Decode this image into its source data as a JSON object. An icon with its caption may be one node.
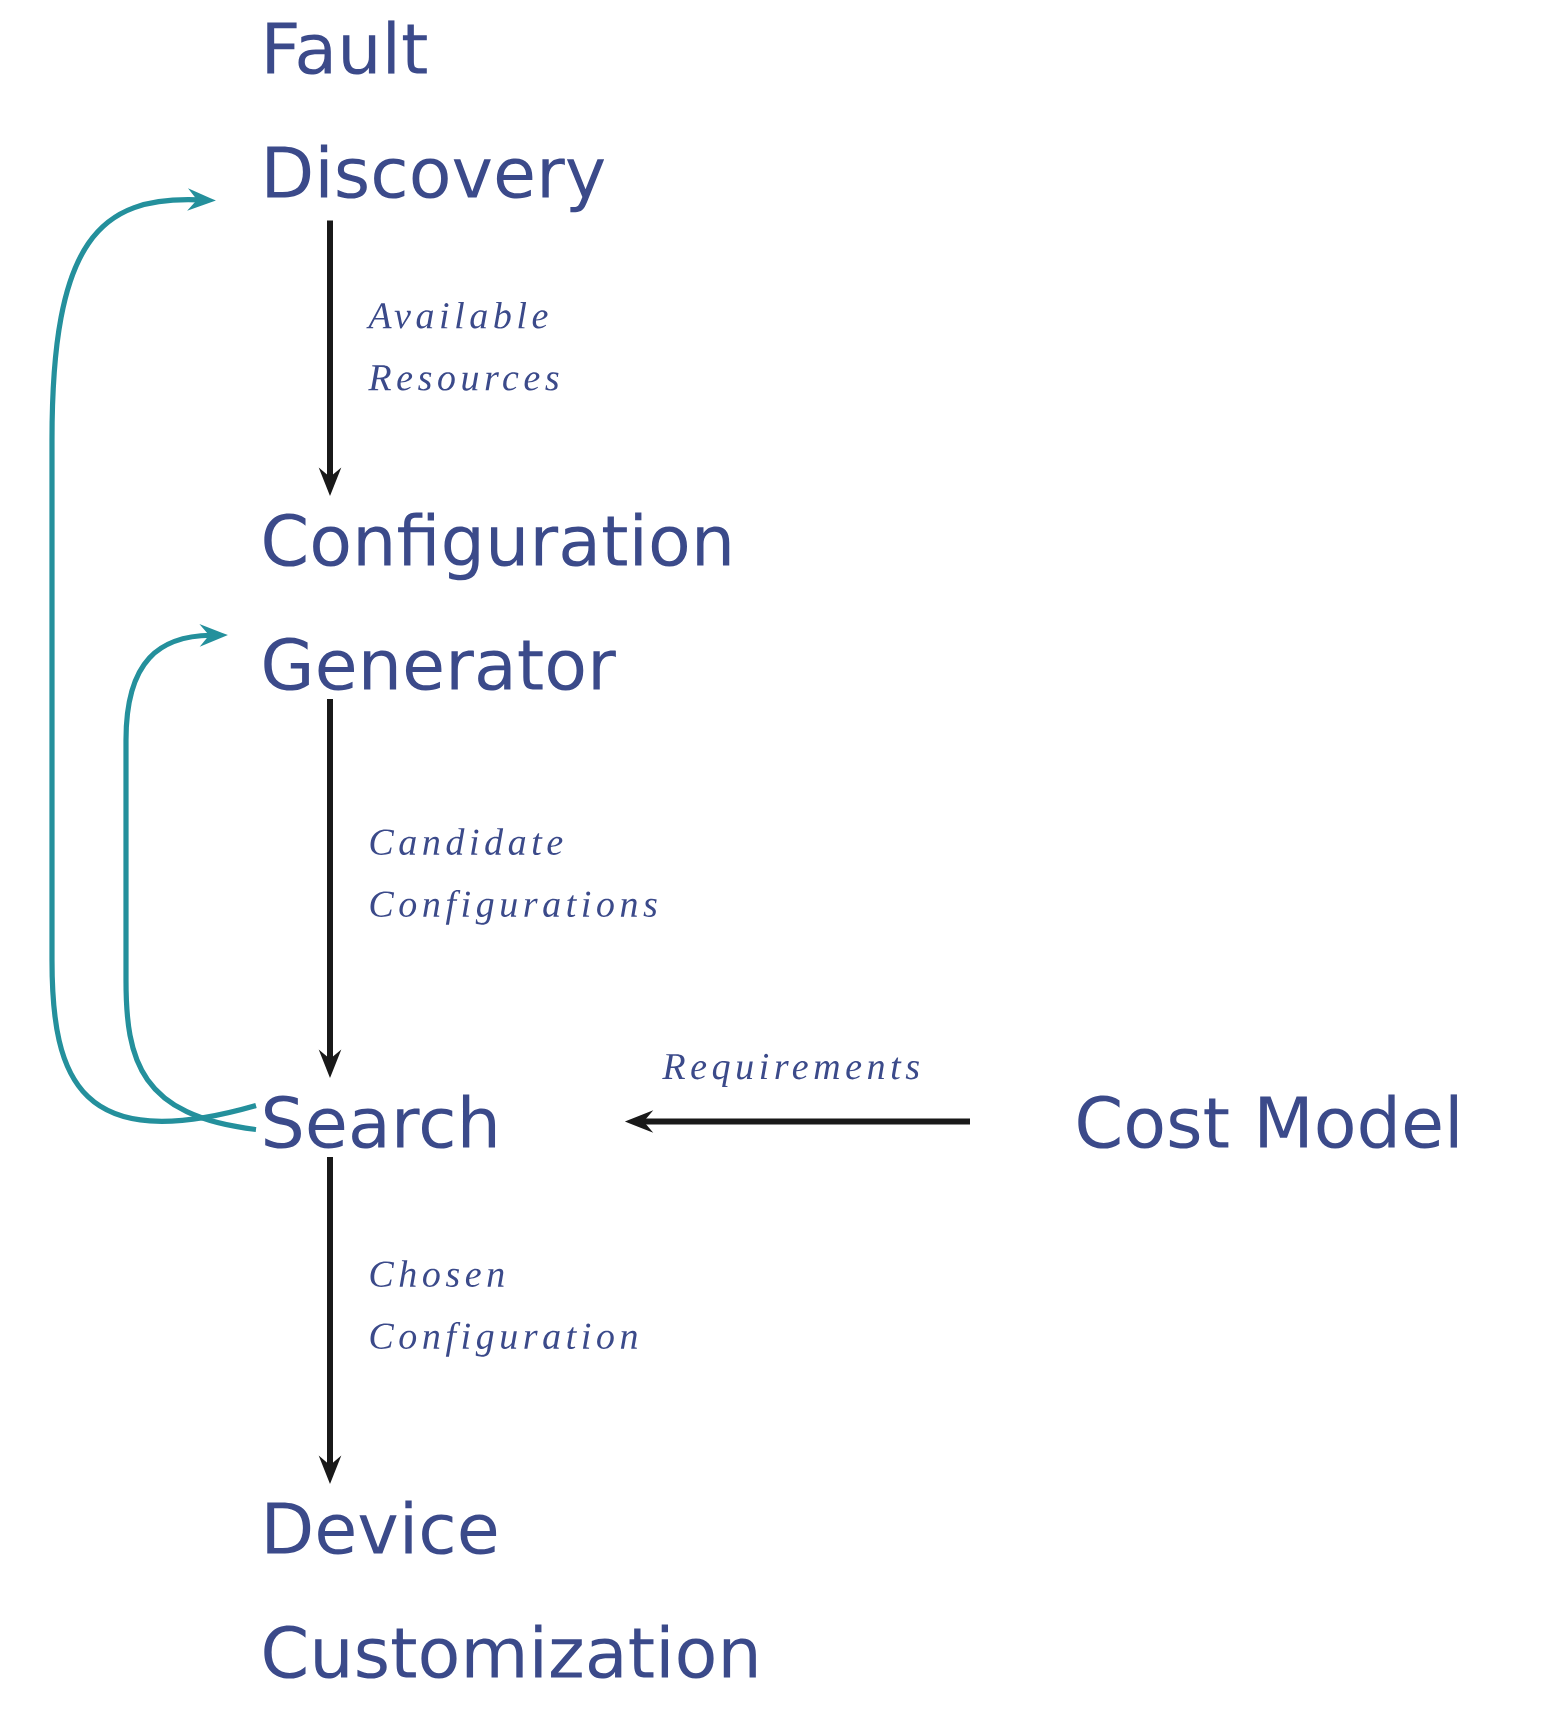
{
  "diagram": {
    "nodes": [
      {
        "text": [
          "Fault Discovery"
        ]
      },
      {
        "text": [
          "Configuration Generator"
        ]
      },
      {
        "text": [
          "Search"
        ]
      },
      {
        "text": [
          "Cost Model"
        ]
      },
      {
        "text": [
          "Device Customization"
        ]
      }
    ],
    "edges": [
      {
        "from": 0,
        "to": 1,
        "arrow": "to",
        "label": "Available Resources"
      },
      {
        "from": 1,
        "to": 2,
        "arrow": "to",
        "label": "Candidate Configurations"
      },
      {
        "from": 3,
        "to": 2,
        "arrow": "to",
        "label": "Requirements"
      },
      {
        "from": 2,
        "to": 4,
        "arrow": "to",
        "label": "Chosen Configuration"
      },
      {
        "from": 2,
        "to": 0,
        "arrow": "to",
        "color": "#24909c"
      },
      {
        "from": 2,
        "to": 1,
        "arrow": "to",
        "color": "#24909c"
      }
    ]
  }
}
